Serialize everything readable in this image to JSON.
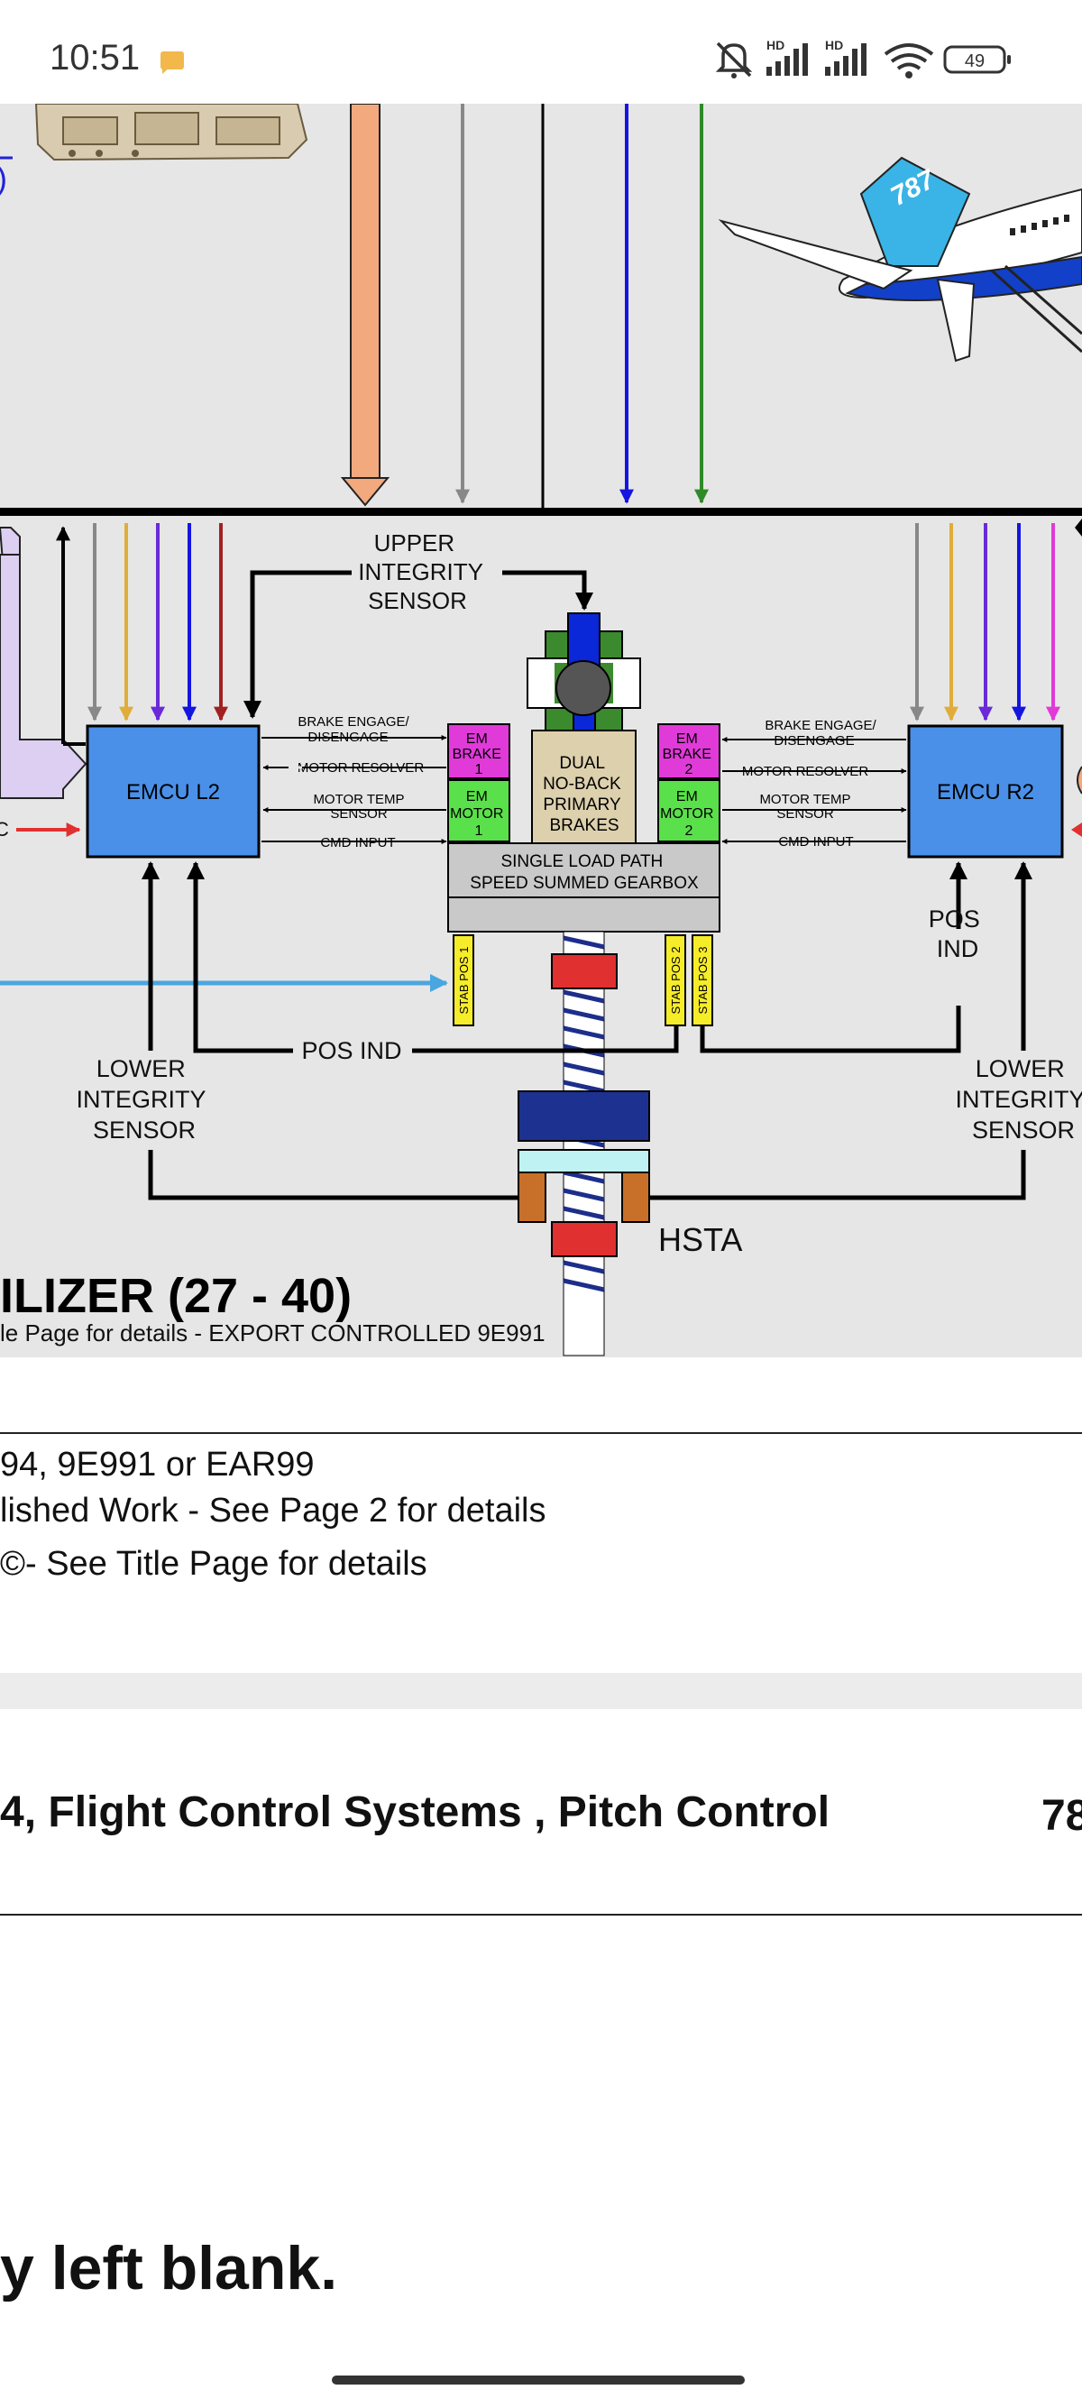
{
  "status_bar": {
    "time": "10:51",
    "battery": "49",
    "network_1": "HD",
    "network_2": "HD",
    "icons": [
      "notification-icon",
      "mute-icon",
      "signal-icon",
      "signal-icon",
      "wifi-icon",
      "battery-icon"
    ]
  },
  "diagram": {
    "upper_sensor": [
      "UPPER",
      "INTEGRITY",
      "SENSOR"
    ],
    "emcu_l2": "EMCU L2",
    "emcu_r2": "EMCU R2",
    "left_signals": [
      "BRAKE ENGAGE/",
      "DISENGAGE",
      "MOTOR RESOLVER",
      "MOTOR TEMP",
      "SENSOR",
      "CMD INPUT"
    ],
    "right_signals": [
      "BRAKE ENGAGE/",
      "DISENGAGE",
      "MOTOR RESOLVER",
      "MOTOR TEMP",
      "SENSOR",
      "CMD INPUT"
    ],
    "em_brake_1": [
      "EM",
      "BRAKE",
      "1"
    ],
    "em_motor_1": [
      "EM",
      "MOTOR",
      "1"
    ],
    "em_brake_2": [
      "EM",
      "BRAKE",
      "2"
    ],
    "em_motor_2": [
      "EM",
      "MOTOR",
      "2"
    ],
    "dual_brakes": [
      "DUAL",
      "NO-BACK",
      "PRIMARY",
      "BRAKES"
    ],
    "gearbox": [
      "SINGLE LOAD PATH",
      "SPEED SUMMED GEARBOX"
    ],
    "stab_pos_1": "STAB POS 1",
    "stab_pos_2": "STAB POS 2",
    "stab_pos_3": "STAB POS 3",
    "pos_ind": "POS IND",
    "pos_ind_right": [
      "POS",
      "IND"
    ],
    "lower_left": [
      "LOWER",
      "INTEGRITY",
      "SENSOR"
    ],
    "lower_right": [
      "LOWER",
      "INTEGRITY",
      "SENSOR"
    ],
    "hsta": "HSTA",
    "left_edge_c": "C",
    "left_edge_arc": ")",
    "tail_badge": "787",
    "title": "ILIZER (27 - 40)",
    "subtitle": "le Page for details  -  EXPORT CONTROLLED 9E991"
  },
  "document": {
    "line1": "94, 9E991 or EAR99",
    "line2": "lished Work - See Page 2 for details",
    "line3": "©- See Title Page for details",
    "footer_title": "4, Flight Control Systems , Pitch Control",
    "footer_page": "78",
    "blank_note": "y left blank."
  }
}
